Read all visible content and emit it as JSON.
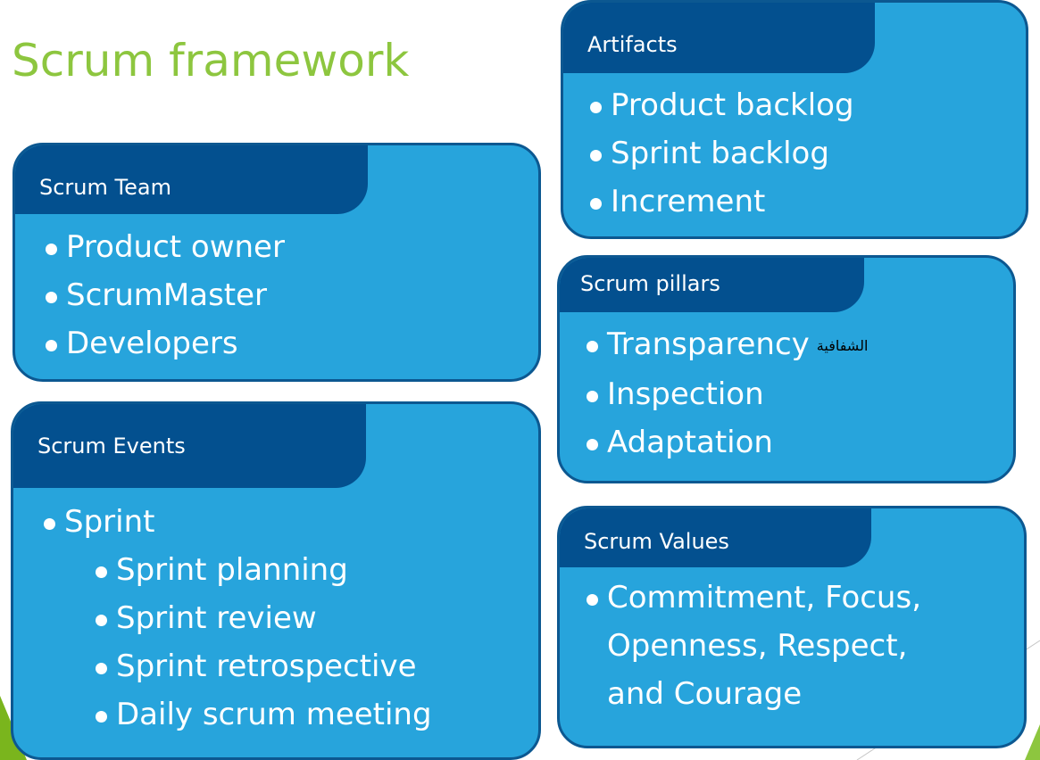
{
  "title": "Scrum framework",
  "colors": {
    "title": "#8dc63f",
    "box_fill": "#27a4dc",
    "box_border": "#0c5891",
    "header_fill": "#03508f",
    "text": "#ffffff",
    "accent_decoration": "#7ab51d"
  },
  "scrum_team": {
    "header": "Scrum Team",
    "items": [
      "Product owner",
      "ScrumMaster",
      "Developers"
    ]
  },
  "scrum_events": {
    "header": "Scrum Events",
    "items": [
      "Sprint"
    ],
    "sub_items": [
      "Sprint planning",
      "Sprint review",
      "Sprint retrospective",
      "Daily scrum meeting"
    ]
  },
  "artifacts": {
    "header": "Artifacts",
    "items": [
      "Product backlog",
      "Sprint backlog",
      "Increment"
    ]
  },
  "scrum_pillars": {
    "header": "Scrum pillars",
    "items": [
      "Transparency",
      "Inspection",
      "Adaptation"
    ],
    "annotation": "الشفافية"
  },
  "scrum_values": {
    "header": "Scrum Values",
    "items": [
      "Commitment, Focus, Openness, Respect, and Courage"
    ]
  }
}
